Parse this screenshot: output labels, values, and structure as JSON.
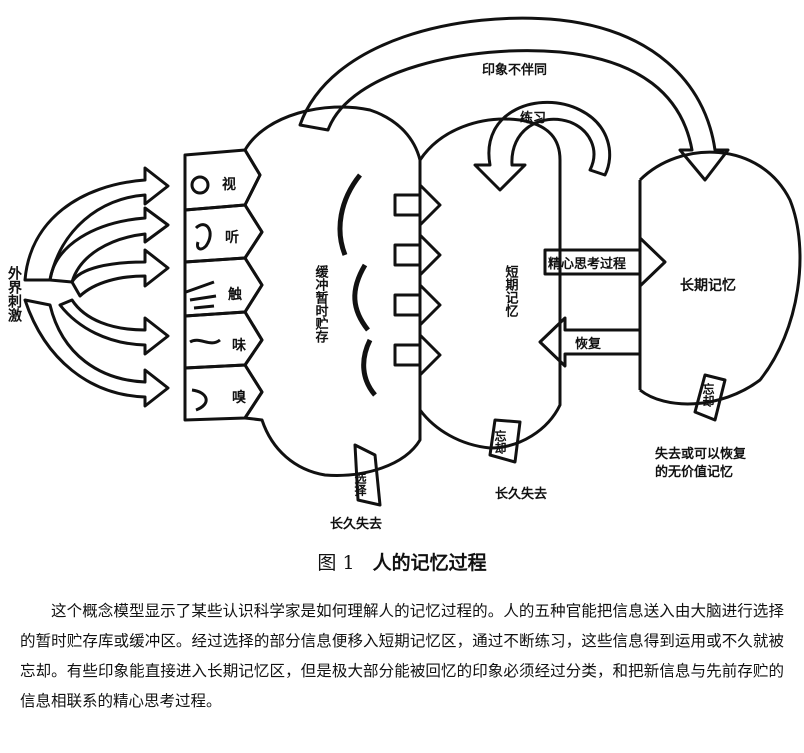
{
  "diagram": {
    "external_stimuli": "外界刺激",
    "senses": [
      "视",
      "听",
      "触",
      "味",
      "嗅"
    ],
    "buffer": "缓冲暂时贮存",
    "short_term": "短期记忆",
    "long_term": "长期记忆",
    "impression_bypass": "印象不伴同",
    "practice": "练习",
    "elaboration": "精心思考过程",
    "recovery": "恢复",
    "select": "选择",
    "forget_1": "忘却",
    "forget_2": "忘却",
    "lost_forever_1": "长久失去",
    "lost_forever_2": "长久失去",
    "lost_or_recoverable": [
      "失去或可以恢复",
      "的无价值记忆"
    ]
  },
  "caption": {
    "number": "图 1",
    "title": "人的记忆过程"
  },
  "body_text": "这个概念模型显示了某些认识科学家是如何理解人的记忆过程的。人的五种官能把信息送入由大脑进行选择的暂时贮存库或缓冲区。经过选择的部分信息便移入短期记忆区，通过不断练习，这些信息得到运用或不久就被忘却。有些印象能直接进入长期记忆区，但是极大部分能被回忆的印象必须经过分类，和把新信息与先前存贮的信息相联系的精心思考过程。"
}
